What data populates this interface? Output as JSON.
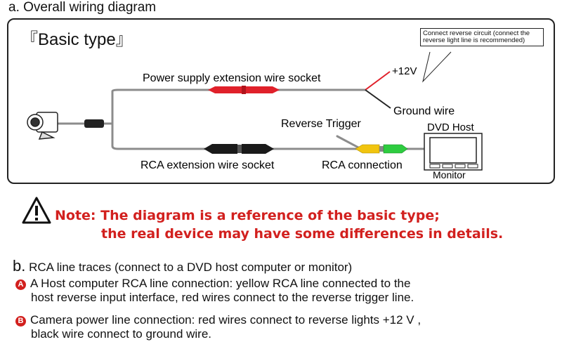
{
  "section_a": {
    "title": "a. Overall wiring diagram"
  },
  "diagram": {
    "type_label": "『Basic type』",
    "callout": "Connect reverse circuit (connect the reverse light line is recommended)",
    "power_socket_label": "Power supply extension wire socket",
    "plus12v_label": "+12V",
    "ground_label": "Ground wire",
    "reverse_trigger_label": "Reverse Trigger",
    "dvd_host_label": "DVD Host",
    "rca_socket_label": "RCA extension wire socket",
    "rca_connection_label": "RCA connection",
    "monitor_label": "Monitor"
  },
  "note": {
    "line1": "Note: The diagram is a reference of the basic type;",
    "line2": "the real device may have some differences in details."
  },
  "section_b": {
    "letter": "b.",
    "title": "RCA line traces (connect to a DVD host computer or monitor)",
    "items": [
      {
        "badge": "A",
        "line1": "A Host computer RCA line connection: yellow RCA line connected to the",
        "line2": "host reverse input interface, red wires connect to the reverse trigger line."
      },
      {
        "badge": "B",
        "line1": "Camera power line connection: red wires connect to reverse lights +12 V ,",
        "line2": "black wire connect to ground wire."
      }
    ]
  },
  "colors": {
    "note_red": "#d2201e",
    "wire_gray": "#8c8c8c",
    "rca_yellow": "#f1c40f",
    "rca_green": "#2ecc40",
    "plug_red": "#e0202a"
  },
  "icons": {
    "warning": "warning-triangle-icon",
    "camera": "camera-icon",
    "monitor": "monitor-icon"
  }
}
